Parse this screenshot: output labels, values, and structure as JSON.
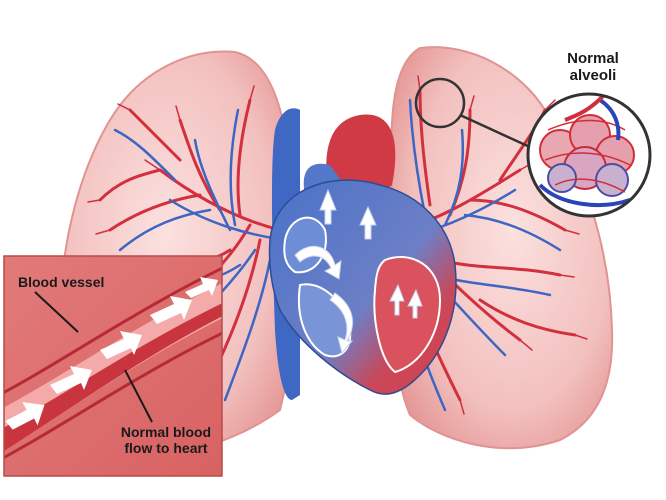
{
  "labels": {
    "alveoli_line1": "Normal",
    "alveoli_line2": "alveoli",
    "blood_vessel": "Blood vessel",
    "flow_line1": "Normal blood",
    "flow_line2": "flow to heart"
  },
  "colors": {
    "lung_fill": "#f3c6c4",
    "lung_edge": "#e39a98",
    "artery_red": "#d2303f",
    "vein_blue": "#3d66c2",
    "inset_bg": "#e06d6d",
    "arrow_white": "#ffffff"
  }
}
